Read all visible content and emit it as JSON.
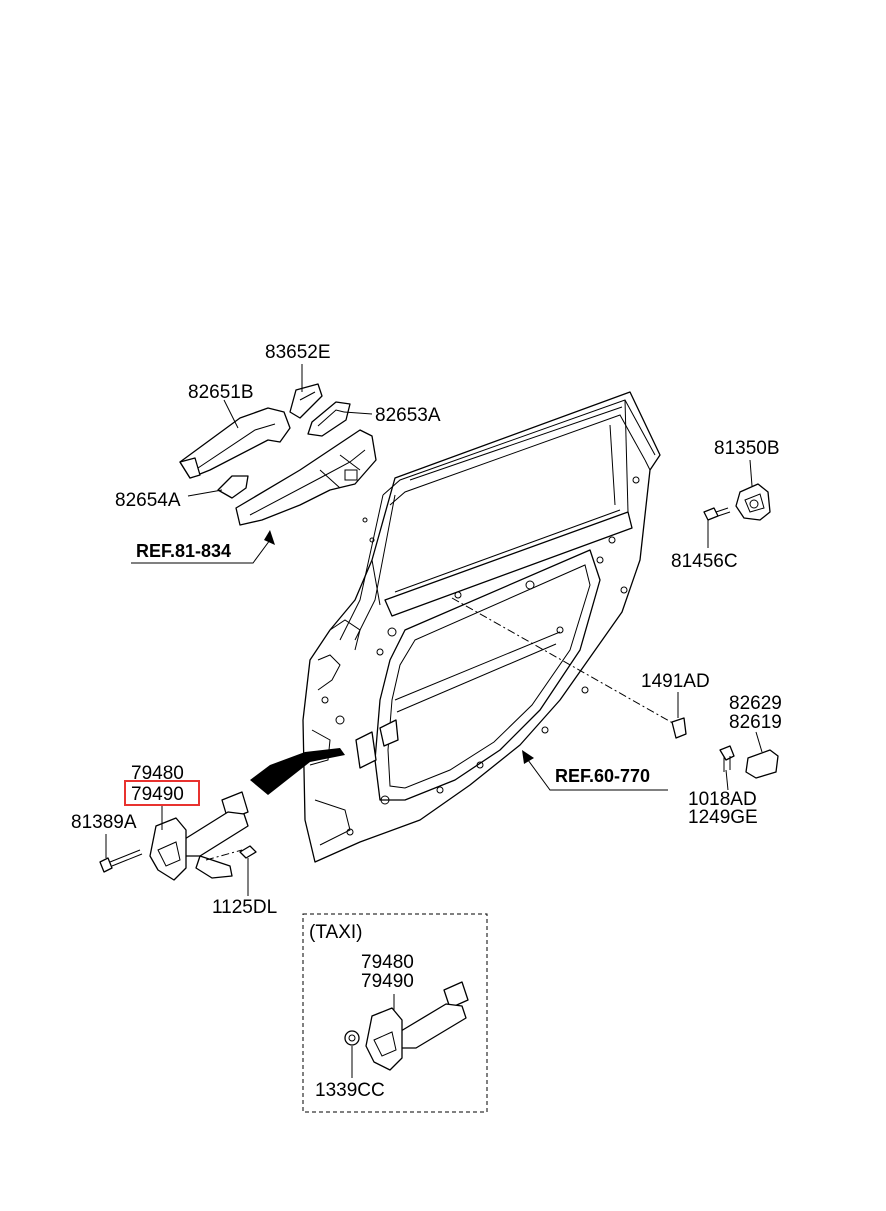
{
  "diagram": {
    "labels": {
      "p83652E": "83652E",
      "p82651B": "82651B",
      "p82653A": "82653A",
      "p82654A": "82654A",
      "ref81834": "REF.81-834",
      "p81350B": "81350B",
      "p81456C": "81456C",
      "p1491AD": "1491AD",
      "p82629": "82629",
      "p82619": "82619",
      "ref60770": "REF.60-770",
      "p1018AD": "1018AD",
      "p1249GE": "1249GE",
      "p79480": "79480",
      "p79490": "79490",
      "p81389A": "81389A",
      "p1125DL": "1125DL",
      "taxi": "(TAXI)",
      "taxi79480": "79480",
      "taxi79490": "79490",
      "p1339CC": "1339CC"
    },
    "highlight_color": "#e8322f"
  }
}
